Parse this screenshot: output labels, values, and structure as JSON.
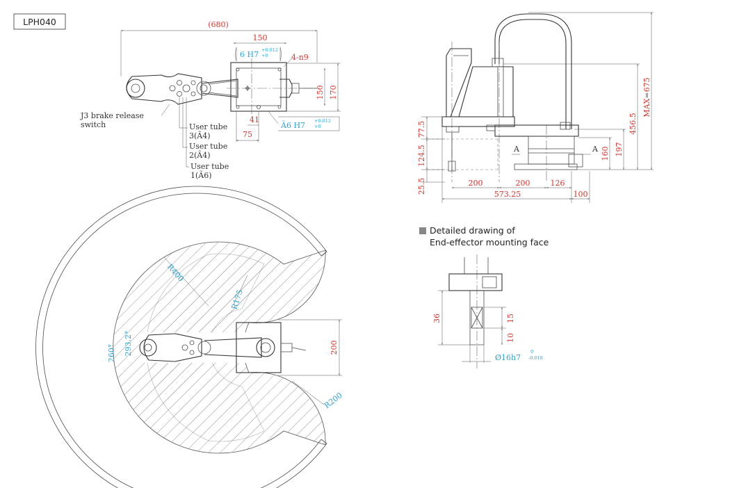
{
  "model": {
    "label": "LPH040"
  },
  "top_view": {
    "dim_length": "(680)",
    "dim_150_top": "150",
    "fit_hole_label": "6 H7",
    "fit_hole_tol_upper": "+0.012",
    "fit_hole_tol_lower": "+0",
    "screw_holes": "4-n9",
    "dim_150_side": "150",
    "dim_170_side": "170",
    "dim_41": "41",
    "dim_75": "75",
    "fit_hole2_label": "Ã6 H7",
    "fit_hole2_tol_upper": "+0.012",
    "fit_hole2_tol_lower": "+0",
    "brake_label_line1": "J3 brake release",
    "brake_label_line2": "switch",
    "tube3_line1": "User tube",
    "tube3_line2": "3(Ã4)",
    "tube2_line1": "User tube",
    "tube2_line2": "2(Ã4)",
    "tube1_line1": "User tube",
    "tube1_line2": "1(Ã6)"
  },
  "side_view": {
    "dim_max": "MAX=675",
    "dim_456": "456.5",
    "dim_160": "160",
    "dim_197": "197",
    "dim_77": "77.5",
    "dim_124": "124.5",
    "dim_25": "25.5",
    "dim_200a": "200",
    "dim_200b": "200",
    "dim_126": "126",
    "dim_573": "573.25",
    "dim_100": "100",
    "marker_a1": "A",
    "marker_a2": "A"
  },
  "work_area": {
    "r400": "R400",
    "r175": "R175",
    "r200": "R200",
    "angle_260": "260°",
    "angle_293": "293.2°",
    "dim_200": "200"
  },
  "detail": {
    "title_line1": "Detailed drawing of",
    "title_line2": "End-effector mounting face",
    "dim_36": "36",
    "dim_15": "15",
    "dim_10": "10",
    "shaft_label": "Ø16h7",
    "shaft_tol_upper": "0",
    "shaft_tol_lower": "-0.018"
  }
}
